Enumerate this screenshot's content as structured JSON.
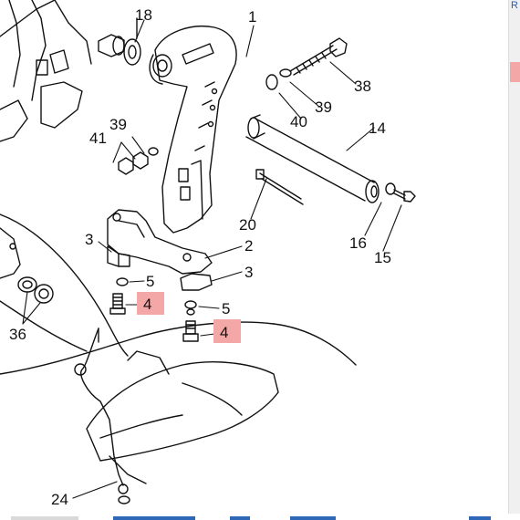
{
  "callouts": {
    "c1": "1",
    "c2": "2",
    "c3a": "3",
    "c3b": "3",
    "c4a": "4",
    "c4b": "4",
    "c5a": "5",
    "c5b": "5",
    "c14": "14",
    "c15": "15",
    "c16": "16",
    "c18": "18",
    "c20": "20",
    "c24": "24",
    "c36": "36",
    "c38": "38",
    "c39a": "39",
    "c39b": "39",
    "c40": "40",
    "c41": "41"
  },
  "side_label": "R",
  "colors": {
    "highlight": "#f4a7a7",
    "line": "#111111",
    "tab_blue": "#2f67b8"
  }
}
